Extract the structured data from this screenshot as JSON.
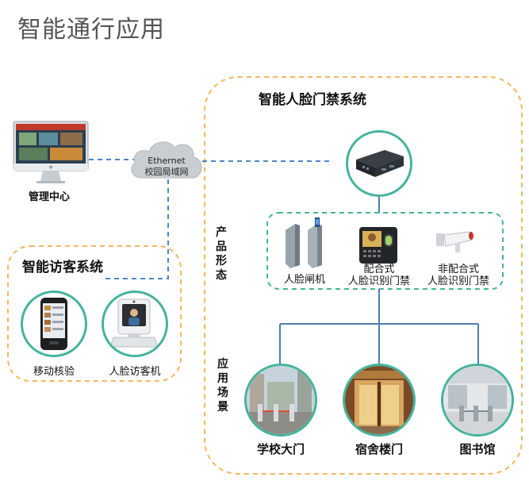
{
  "page_title": "智能通行应用",
  "management": {
    "label": "管理中心"
  },
  "network": {
    "line1": "Ethernet",
    "line2": "校园局域网"
  },
  "face_system": {
    "title": "智能人脸门禁系统"
  },
  "product_label": "产品形态",
  "scene_label": "应用场景",
  "products": [
    {
      "label": "人脸闸机"
    },
    {
      "label_line1": "配合式",
      "label_line2": "人脸识别门禁"
    },
    {
      "label_line1": "非配合式",
      "label_line2": "人脸识别门禁"
    }
  ],
  "visitor_system": {
    "title": "智能访客系统",
    "devices": [
      {
        "label": "移动核验"
      },
      {
        "label": "人脸访客机"
      }
    ]
  },
  "scenes": [
    {
      "label": "学校大门"
    },
    {
      "label": "宿舍楼门"
    },
    {
      "label": "图书馆"
    }
  ],
  "colors": {
    "accent_teal": "#45b39d",
    "dashed_orange": "#f2b75c",
    "link_blue": "#4a86c5"
  }
}
